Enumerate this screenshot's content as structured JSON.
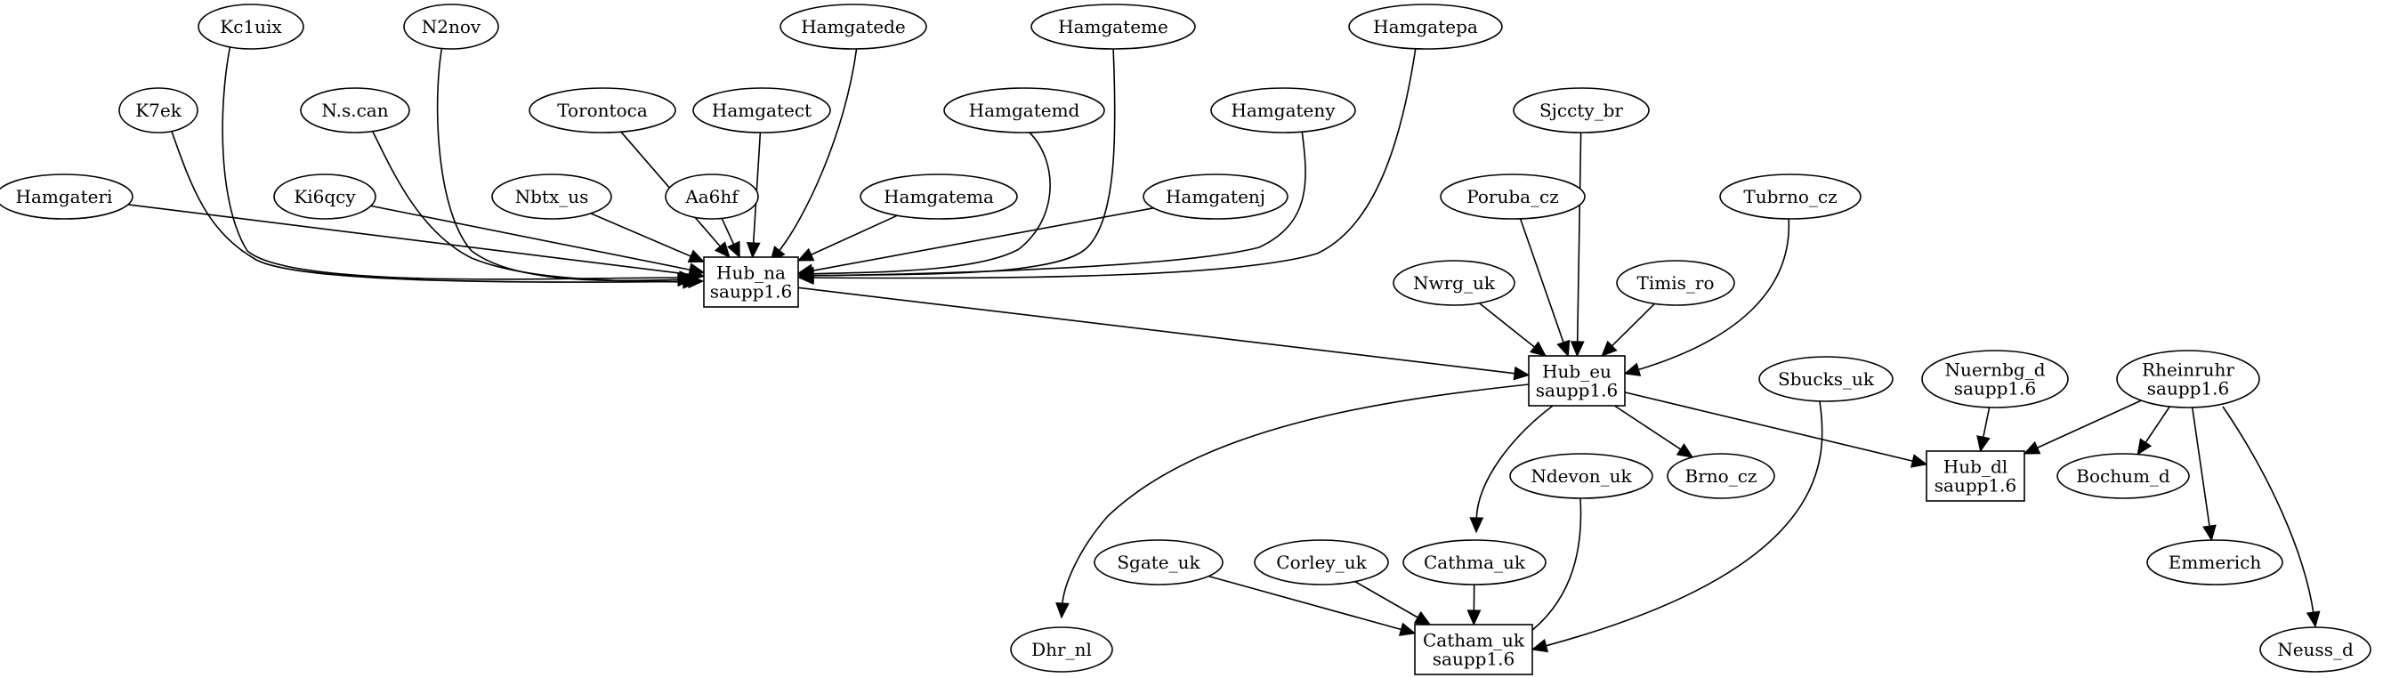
{
  "nodes": [
    {
      "id": "kc1uix",
      "shape": "ellipse",
      "lines": [
        "Kc1uix"
      ]
    },
    {
      "id": "n2nov",
      "shape": "ellipse",
      "lines": [
        "N2nov"
      ]
    },
    {
      "id": "hamgatede",
      "shape": "ellipse",
      "lines": [
        "Hamgatede"
      ]
    },
    {
      "id": "hamgateme",
      "shape": "ellipse",
      "lines": [
        "Hamgateme"
      ]
    },
    {
      "id": "hamgatepa",
      "shape": "ellipse",
      "lines": [
        "Hamgatepa"
      ]
    },
    {
      "id": "k7ek",
      "shape": "ellipse",
      "lines": [
        "K7ek"
      ]
    },
    {
      "id": "nscan",
      "shape": "ellipse",
      "lines": [
        "N.s.can"
      ]
    },
    {
      "id": "torontoca",
      "shape": "ellipse",
      "lines": [
        "Torontoca"
      ]
    },
    {
      "id": "hamgatect",
      "shape": "ellipse",
      "lines": [
        "Hamgatect"
      ]
    },
    {
      "id": "hamgatemd",
      "shape": "ellipse",
      "lines": [
        "Hamgatemd"
      ]
    },
    {
      "id": "hamgateny",
      "shape": "ellipse",
      "lines": [
        "Hamgateny"
      ]
    },
    {
      "id": "sjccty_br",
      "shape": "ellipse",
      "lines": [
        "Sjccty_br"
      ]
    },
    {
      "id": "hamgateri",
      "shape": "ellipse",
      "lines": [
        "Hamgateri"
      ]
    },
    {
      "id": "ki6qcy",
      "shape": "ellipse",
      "lines": [
        "Ki6qcy"
      ]
    },
    {
      "id": "nbtx_us",
      "shape": "ellipse",
      "lines": [
        "Nbtx_us"
      ]
    },
    {
      "id": "aa6hf",
      "shape": "ellipse",
      "lines": [
        "Aa6hf"
      ]
    },
    {
      "id": "hamgatema",
      "shape": "ellipse",
      "lines": [
        "Hamgatema"
      ]
    },
    {
      "id": "hamgatenj",
      "shape": "ellipse",
      "lines": [
        "Hamgatenj"
      ]
    },
    {
      "id": "poruba_cz",
      "shape": "ellipse",
      "lines": [
        "Poruba_cz"
      ]
    },
    {
      "id": "tubrno_cz",
      "shape": "ellipse",
      "lines": [
        "Tubrno_cz"
      ]
    },
    {
      "id": "hub_na",
      "shape": "box",
      "lines": [
        "Hub_na",
        "saupp1.6"
      ]
    },
    {
      "id": "nwrg_uk",
      "shape": "ellipse",
      "lines": [
        "Nwrg_uk"
      ]
    },
    {
      "id": "timis_ro",
      "shape": "ellipse",
      "lines": [
        "Timis_ro"
      ]
    },
    {
      "id": "hub_eu",
      "shape": "box",
      "lines": [
        "Hub_eu",
        "saupp1.6"
      ]
    },
    {
      "id": "sbucks_uk",
      "shape": "ellipse",
      "lines": [
        "Sbucks_uk"
      ]
    },
    {
      "id": "nuernbg_d",
      "shape": "ellipse",
      "lines": [
        "Nuernbg_d",
        "saupp1.6"
      ]
    },
    {
      "id": "rheinruhr",
      "shape": "ellipse",
      "lines": [
        "Rheinruhr",
        "saupp1.6"
      ]
    },
    {
      "id": "ndevon_uk",
      "shape": "ellipse",
      "lines": [
        "Ndevon_uk"
      ]
    },
    {
      "id": "brno_cz",
      "shape": "ellipse",
      "lines": [
        "Brno_cz"
      ]
    },
    {
      "id": "hub_dl",
      "shape": "box",
      "lines": [
        "Hub_dl",
        "saupp1.6"
      ]
    },
    {
      "id": "bochum_d",
      "shape": "ellipse",
      "lines": [
        "Bochum_d"
      ]
    },
    {
      "id": "sgate_uk",
      "shape": "ellipse",
      "lines": [
        "Sgate_uk"
      ]
    },
    {
      "id": "corley_uk",
      "shape": "ellipse",
      "lines": [
        "Corley_uk"
      ]
    },
    {
      "id": "cathma_uk",
      "shape": "ellipse",
      "lines": [
        "Cathma_uk"
      ]
    },
    {
      "id": "emmerich",
      "shape": "ellipse",
      "lines": [
        "Emmerich"
      ]
    },
    {
      "id": "dhr_nl",
      "shape": "ellipse",
      "lines": [
        "Dhr_nl"
      ]
    },
    {
      "id": "catham_uk",
      "shape": "box",
      "lines": [
        "Catham_uk",
        "saupp1.6"
      ]
    },
    {
      "id": "neuss_d",
      "shape": "ellipse",
      "lines": [
        "Neuss_d"
      ]
    }
  ],
  "edges": [
    {
      "from": "kc1uix",
      "to": "hub_na"
    },
    {
      "from": "n2nov",
      "to": "hub_na"
    },
    {
      "from": "hamgatede",
      "to": "hub_na"
    },
    {
      "from": "hamgateme",
      "to": "hub_na"
    },
    {
      "from": "hamgatepa",
      "to": "hub_na"
    },
    {
      "from": "k7ek",
      "to": "hub_na"
    },
    {
      "from": "nscan",
      "to": "hub_na"
    },
    {
      "from": "torontoca",
      "to": "hub_na"
    },
    {
      "from": "hamgatect",
      "to": "hub_na"
    },
    {
      "from": "hamgatemd",
      "to": "hub_na"
    },
    {
      "from": "hamgateny",
      "to": "hub_na"
    },
    {
      "from": "hamgateri",
      "to": "hub_na"
    },
    {
      "from": "ki6qcy",
      "to": "hub_na"
    },
    {
      "from": "nbtx_us",
      "to": "hub_na"
    },
    {
      "from": "aa6hf",
      "to": "hub_na"
    },
    {
      "from": "hamgatema",
      "to": "hub_na"
    },
    {
      "from": "hamgatenj",
      "to": "hub_na"
    },
    {
      "from": "hub_na",
      "to": "hub_eu"
    },
    {
      "from": "sjccty_br",
      "to": "hub_eu"
    },
    {
      "from": "poruba_cz",
      "to": "hub_eu"
    },
    {
      "from": "tubrno_cz",
      "to": "hub_eu"
    },
    {
      "from": "nwrg_uk",
      "to": "hub_eu"
    },
    {
      "from": "timis_ro",
      "to": "hub_eu"
    },
    {
      "from": "hub_eu",
      "to": "brno_cz"
    },
    {
      "from": "hub_eu",
      "to": "hub_dl"
    },
    {
      "from": "hub_eu",
      "to": "cathma_uk"
    },
    {
      "from": "hub_eu",
      "to": "dhr_nl"
    },
    {
      "from": "nuernbg_d",
      "to": "hub_dl"
    },
    {
      "from": "rheinruhr",
      "to": "hub_dl"
    },
    {
      "from": "rheinruhr",
      "to": "bochum_d"
    },
    {
      "from": "rheinruhr",
      "to": "emmerich"
    },
    {
      "from": "rheinruhr",
      "to": "neuss_d"
    },
    {
      "from": "sbucks_uk",
      "to": "catham_uk"
    },
    {
      "from": "ndevon_uk",
      "to": "catham_uk"
    },
    {
      "from": "sgate_uk",
      "to": "catham_uk"
    },
    {
      "from": "corley_uk",
      "to": "catham_uk"
    },
    {
      "from": "cathma_uk",
      "to": "catham_uk"
    }
  ]
}
